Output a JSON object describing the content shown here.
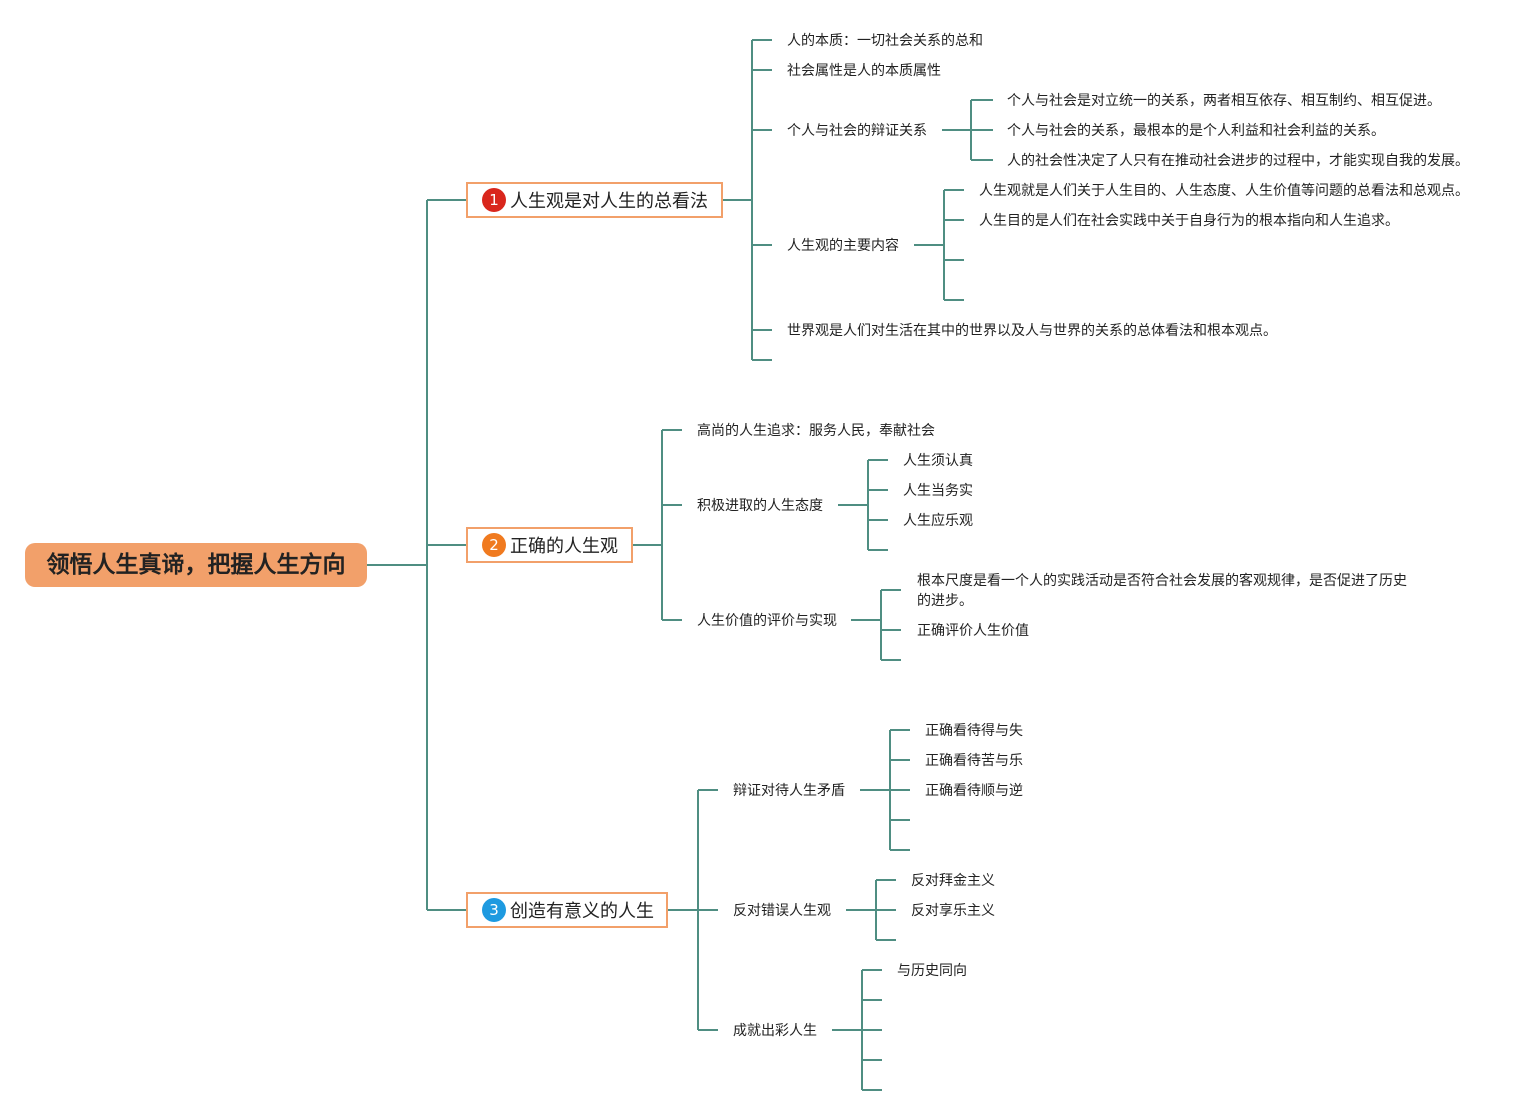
{
  "colors": {
    "connector": "#4f8e82",
    "root_fill": "#f2a06a",
    "branch_border": "#f2a06a",
    "badge1": "#d9261c",
    "badge2": "#f07a1f",
    "badge3": "#1e9ae0"
  },
  "root": {
    "label": "领悟人生真谛，把握人生方向"
  },
  "b1": {
    "num": "1",
    "label": "人生观是对人生的总看法",
    "c1": "人的本质：一切社会关系的总和",
    "c2": "社会属性是人的本质属性",
    "c3": "个人与社会的辩证关系",
    "c3a": "个人与社会是对立统一的关系，两者相互依存、相互制约、相互促进。",
    "c3b": "个人与社会的关系，最根本的是个人利益和社会利益的关系。",
    "c3c": "人的社会性决定了人只有在推动社会进步的过程中，才能实现自我的发展。",
    "c4": "人生观的主要内容",
    "c4a": "人生观就是人们关于人生目的、人生态度、人生价值等问题的总看法和总观点。",
    "c4b": "人生目的是人们在社会实践中关于自身行为的根本指向和人生追求。",
    "c5": "世界观是人们对生活在其中的世界以及人与世界的关系的总体看法和根本观点。"
  },
  "b2": {
    "num": "2",
    "label": "正确的人生观",
    "c1": "高尚的人生追求：服务人民，奉献社会",
    "c2": "积极进取的人生态度",
    "c2a": "人生须认真",
    "c2b": "人生当务实",
    "c2c": "人生应乐观",
    "c3": "人生价值的评价与实现",
    "c3a": "根本尺度是看一个人的实践活动是否符合社会发展的客观规律，是否促进了历史的进步。",
    "c3b": "正确评价人生价值"
  },
  "b3": {
    "num": "3",
    "label": "创造有意义的人生",
    "c1": "辩证对待人生矛盾",
    "c1a": "正确看待得与失",
    "c1b": "正确看待苦与乐",
    "c1c": "正确看待顺与逆",
    "c2": "反对错误人生观",
    "c2a": "反对拜金主义",
    "c2b": "反对享乐主义",
    "c3": "成就出彩人生",
    "c3a": "与历史同向"
  }
}
